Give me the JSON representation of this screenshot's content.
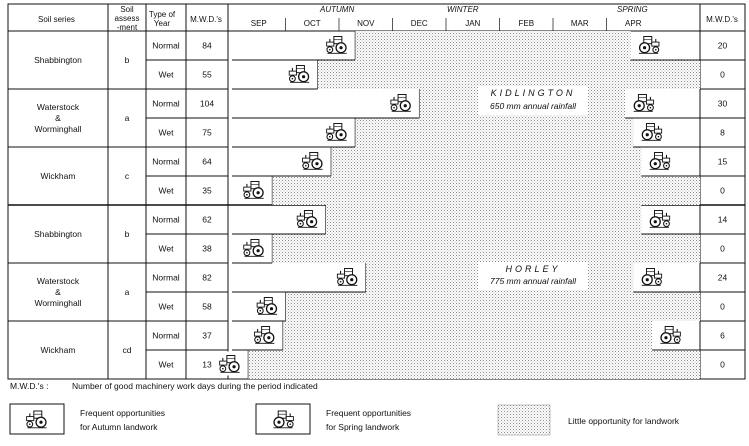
{
  "headers": {
    "soil_series": "Soil series",
    "soil_assessment": [
      "Soil",
      "assess",
      "-ment"
    ],
    "type_of_year": [
      "Type of",
      "Year"
    ],
    "mwd_left": "M.W.D.'s",
    "mwd_right": "M.W.D.'s",
    "months": [
      "SEP",
      "OCT",
      "NOV",
      "DEC",
      "JAN",
      "FEB",
      "MAR",
      "APR"
    ],
    "seasons": [
      "AUTUMN",
      "WINTER",
      "SPRING"
    ]
  },
  "sites": [
    {
      "name": "KIDLINGTON",
      "rainfall": "650 mm annual rainfall",
      "soils": [
        {
          "series": [
            "Shabbington"
          ],
          "assessment": "b",
          "rows": [
            {
              "year_type": "Normal",
              "mwd_autumn": "84",
              "mwd_spring": "20",
              "autumn_end_month": 2.3,
              "spring_start_month": 7.45
            },
            {
              "year_type": "Wet",
              "mwd_autumn": "55",
              "mwd_spring": "0",
              "autumn_end_month": 1.6,
              "spring_start_month": null
            }
          ]
        },
        {
          "series": [
            "Waterstock",
            "&",
            "Worminghall"
          ],
          "assessment": "a",
          "rows": [
            {
              "year_type": "Normal",
              "mwd_autumn": "104",
              "mwd_spring": "30",
              "autumn_end_month": 3.5,
              "spring_start_month": 7.35
            },
            {
              "year_type": "Wet",
              "mwd_autumn": "75",
              "mwd_spring": "8",
              "autumn_end_month": 2.3,
              "spring_start_month": 7.5
            }
          ]
        },
        {
          "series": [
            "Wickham"
          ],
          "assessment": "c",
          "rows": [
            {
              "year_type": "Normal",
              "mwd_autumn": "64",
              "mwd_spring": "15",
              "autumn_end_month": 1.85,
              "spring_start_month": 7.65
            },
            {
              "year_type": "Wet",
              "mwd_autumn": "35",
              "mwd_spring": "0",
              "autumn_end_month": 0.75,
              "spring_start_month": null
            }
          ]
        }
      ]
    },
    {
      "name": "HORLEY",
      "rainfall": "775 mm annual rainfall",
      "soils": [
        {
          "series": [
            "Shabbington"
          ],
          "assessment": "b",
          "rows": [
            {
              "year_type": "Normal",
              "mwd_autumn": "62",
              "mwd_spring": "14",
              "autumn_end_month": 1.75,
              "spring_start_month": 7.65
            },
            {
              "year_type": "Wet",
              "mwd_autumn": "38",
              "mwd_spring": "0",
              "autumn_end_month": 0.75,
              "spring_start_month": null
            }
          ]
        },
        {
          "series": [
            "Waterstock",
            "&",
            "Worminghall"
          ],
          "assessment": "a",
          "rows": [
            {
              "year_type": "Normal",
              "mwd_autumn": "82",
              "mwd_spring": "24",
              "autumn_end_month": 2.5,
              "spring_start_month": 7.5
            },
            {
              "year_type": "Wet",
              "mwd_autumn": "58",
              "mwd_spring": "0",
              "autumn_end_month": 1.0,
              "spring_start_month": null
            }
          ]
        },
        {
          "series": [
            "Wickham"
          ],
          "assessment": "cd",
          "rows": [
            {
              "year_type": "Normal",
              "mwd_autumn": "37",
              "mwd_spring": "6",
              "autumn_end_month": 0.95,
              "spring_start_month": 7.85
            },
            {
              "year_type": "Wet",
              "mwd_autumn": "13",
              "mwd_spring": "0",
              "autumn_end_month": 0.3,
              "spring_start_month": null
            }
          ]
        }
      ]
    }
  ],
  "footnote": {
    "label": "M.W.D.'s :",
    "text": "Number of good machinery work days during the period indicated"
  },
  "legend": [
    {
      "icon": "tractor-left-icon",
      "lines": [
        "Frequent opportunities",
        "for Autumn landwork"
      ]
    },
    {
      "icon": "tractor-right-icon",
      "lines": [
        "Frequent opportunities",
        "for Spring landwork"
      ]
    },
    {
      "icon": "stipple-swatch",
      "lines": [
        "Little opportunity for landwork"
      ]
    }
  ]
}
